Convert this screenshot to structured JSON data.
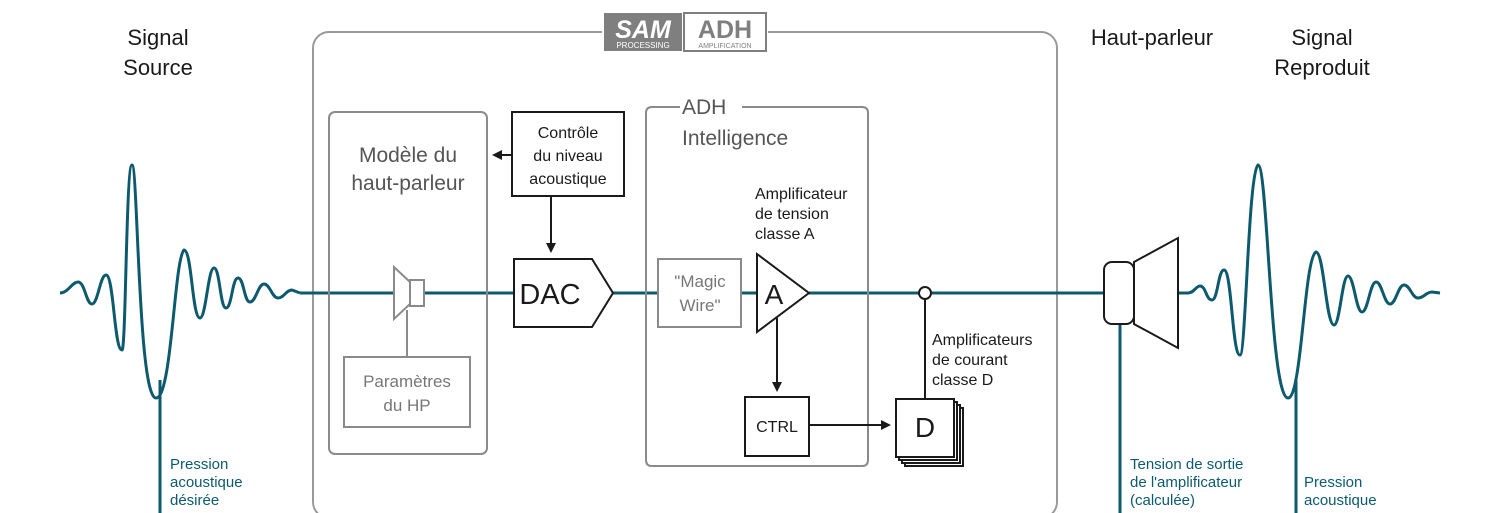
{
  "colors": {
    "signal": "#0d5a6e",
    "frame": "#9a9a9a",
    "box": "#1a1a1a",
    "greybox": "#8a8a8a",
    "logo_bg": "#7f7f7f"
  },
  "logo": {
    "sam": "SAM",
    "processing": "PROCESSING",
    "adh": "ADH",
    "amplification": "AMPLIFICATION"
  },
  "source": {
    "line1": "Signal",
    "line2": "Source"
  },
  "speaker_label": "Haut-parleur",
  "reproduced": {
    "line1": "Signal",
    "line2": "Reproduit"
  },
  "model": {
    "line1": "Modèle du",
    "line2": "haut-parleur"
  },
  "params": {
    "line1": "Paramètres",
    "line2": "du HP"
  },
  "level_control": {
    "line1": "Contrôle",
    "line2": "du niveau",
    "line3": "acoustique"
  },
  "dac": "DAC",
  "adh": {
    "line1": "ADH",
    "line2": "Intelligence"
  },
  "magic_wire": {
    "line1": "\"Magic",
    "line2": "Wire\""
  },
  "amp_a": {
    "symbol": "A",
    "line1": "Amplificateur",
    "line2": "de tension",
    "line3": "classe A"
  },
  "ctrl": "CTRL",
  "amp_d": {
    "symbol": "D",
    "line1": "Amplificateurs",
    "line2": "de courant",
    "line3": "classe D"
  },
  "annotations": {
    "desired": {
      "line1": "Pression",
      "line2": "acoustique",
      "line3": "désirée"
    },
    "output": {
      "line1": "Tension de sortie",
      "line2": "de l'amplificateur",
      "line3": "(calculée)"
    },
    "pressure": {
      "line1": "Pression",
      "line2": "acoustique"
    }
  }
}
